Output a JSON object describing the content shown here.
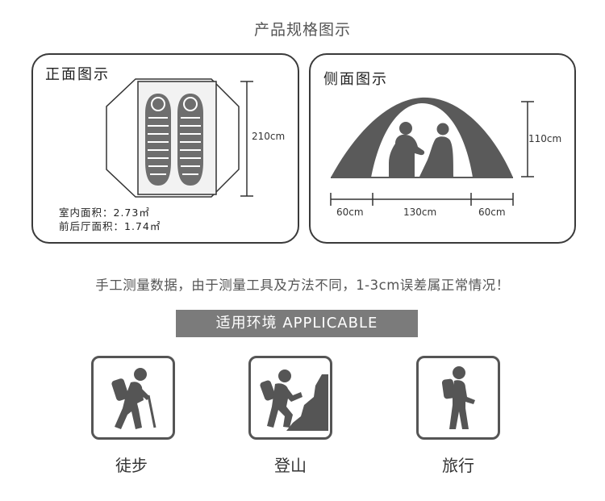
{
  "header": {
    "title": "产品规格图示"
  },
  "front_view": {
    "title": "正面图示",
    "height_label": "210cm",
    "indoor_area": "室内面积：2.73㎡",
    "vestibule_area": "前后厅面积：1.74㎡"
  },
  "side_view": {
    "title": "侧面图示",
    "height_label": "110cm",
    "width_labels": [
      "60cm",
      "130cm",
      "60cm"
    ]
  },
  "note": "手工测量数据，由于测量工具及方法不同，1-3cm误差属正常情况！",
  "applicable": {
    "banner": "适用环境  APPLICABLE",
    "items": [
      {
        "label": "徒步",
        "icon": "hiking-icon"
      },
      {
        "label": "登山",
        "icon": "climbing-icon"
      },
      {
        "label": "旅行",
        "icon": "travel-icon"
      }
    ]
  },
  "colors": {
    "dark": "#555555",
    "banner": "#7b7b7b",
    "tent_interior": "#f2f2f2"
  }
}
